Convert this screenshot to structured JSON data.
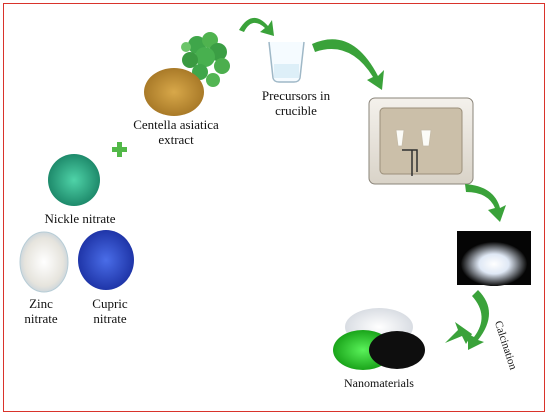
{
  "labels": {
    "centella": [
      "Centella asiatica",
      "extract"
    ],
    "precursors": [
      "Precursors in",
      "crucible"
    ],
    "nickel": "Nickle nitrate",
    "zinc": [
      "Zinc",
      "nitrate"
    ],
    "cupric": [
      "Cupric",
      "nitrate"
    ],
    "calcination": "Calcination",
    "nanomaterials": "Nanomaterials"
  },
  "colors": {
    "border": "#d9332b",
    "arrow": "#3aa23a",
    "plus": "#52b848"
  },
  "icons": [
    "plus-icon",
    "curved-arrow-icon"
  ]
}
